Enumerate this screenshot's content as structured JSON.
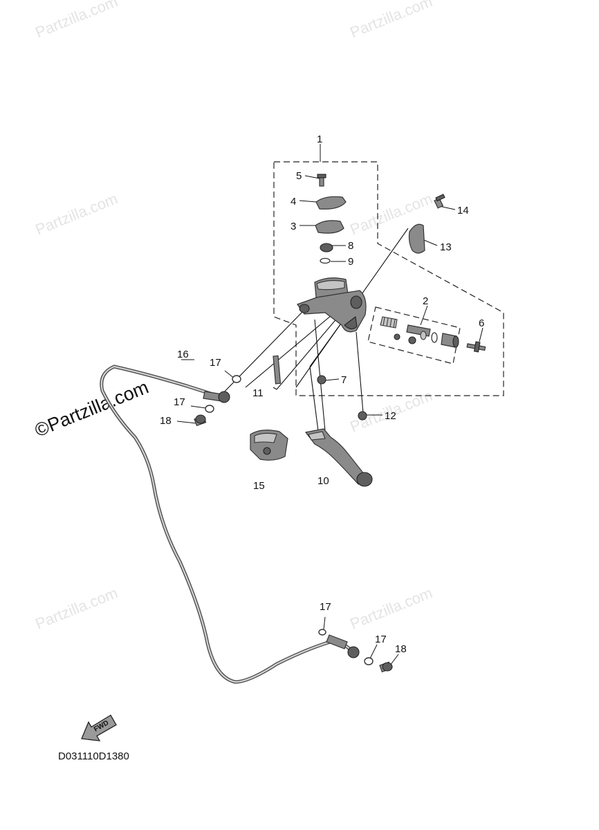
{
  "diagram": {
    "code": "D031110D1380",
    "fwd_label": "FWD",
    "callouts": [
      {
        "id": "c1",
        "label": "1"
      },
      {
        "id": "c2",
        "label": "2"
      },
      {
        "id": "c3",
        "label": "3"
      },
      {
        "id": "c4",
        "label": "4"
      },
      {
        "id": "c5",
        "label": "5"
      },
      {
        "id": "c6",
        "label": "6"
      },
      {
        "id": "c7",
        "label": "7"
      },
      {
        "id": "c8",
        "label": "8"
      },
      {
        "id": "c9",
        "label": "9"
      },
      {
        "id": "c10",
        "label": "10"
      },
      {
        "id": "c11",
        "label": "11"
      },
      {
        "id": "c12",
        "label": "12"
      },
      {
        "id": "c13",
        "label": "13"
      },
      {
        "id": "c14",
        "label": "14"
      },
      {
        "id": "c15",
        "label": "15"
      },
      {
        "id": "c16",
        "label": "16"
      },
      {
        "id": "c17a",
        "label": "17"
      },
      {
        "id": "c17b",
        "label": "17"
      },
      {
        "id": "c18a",
        "label": "18"
      },
      {
        "id": "c17c",
        "label": "17"
      },
      {
        "id": "c17d",
        "label": "17"
      },
      {
        "id": "c18b",
        "label": "18"
      }
    ]
  },
  "watermark": {
    "text": "Partzilla.com",
    "main_text": "©Partzilla.com"
  },
  "colors": {
    "part": "#8a8a8a",
    "line": "#111111",
    "watermark": "#e4e4e4"
  }
}
